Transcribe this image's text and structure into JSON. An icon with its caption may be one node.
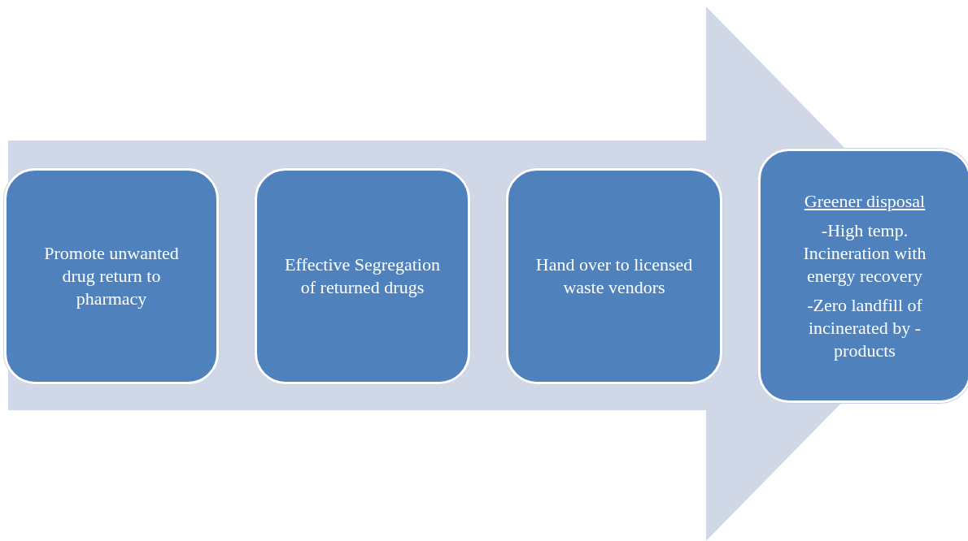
{
  "diagram": {
    "nodes": [
      {
        "text": [
          "Promote unwanted drug return to pharmacy"
        ]
      },
      {
        "text": [
          "Effective Segregation of returned drugs"
        ]
      },
      {
        "text": [
          "Hand over to licensed waste vendors"
        ]
      },
      {
        "text": [
          "Greener disposal",
          "-High temp. Incineration with energy recovery",
          "-Zero landfill of incinerated by - products"
        ]
      }
    ],
    "edges": [
      {
        "from": 0,
        "to": 3,
        "arrow": "to"
      }
    ]
  }
}
